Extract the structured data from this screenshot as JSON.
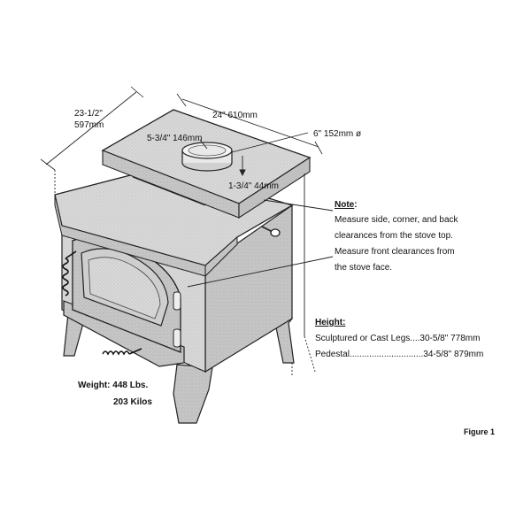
{
  "dimensions": {
    "depth_in": "23-1/2\"",
    "depth_mm": "597mm",
    "width": "24\" 610mm",
    "flue_offset": "5-3/4\" 146mm",
    "flue_diameter": "6\" 152mm ø",
    "top_step": "1-3/4\" 44mm"
  },
  "note": {
    "title": "Note",
    "colon": ":",
    "lines": [
      "Measure side, corner, and back",
      "clearances from the stove top.",
      "Measure front clearances from",
      "the stove face."
    ]
  },
  "height": {
    "title": "Height:",
    "rows": [
      "Sculptured or Cast Legs....30-5/8\" 778mm",
      "Pedestal..............................34-5/8\" 879mm"
    ]
  },
  "weight": {
    "line1": "Weight: 448 Lbs.",
    "line2": "203 Kilos"
  },
  "figure_label": "Figure 1",
  "colors": {
    "stove_fill": "#d9d9d9",
    "stove_shadow": "#c4c4c4",
    "outline": "#222222"
  }
}
